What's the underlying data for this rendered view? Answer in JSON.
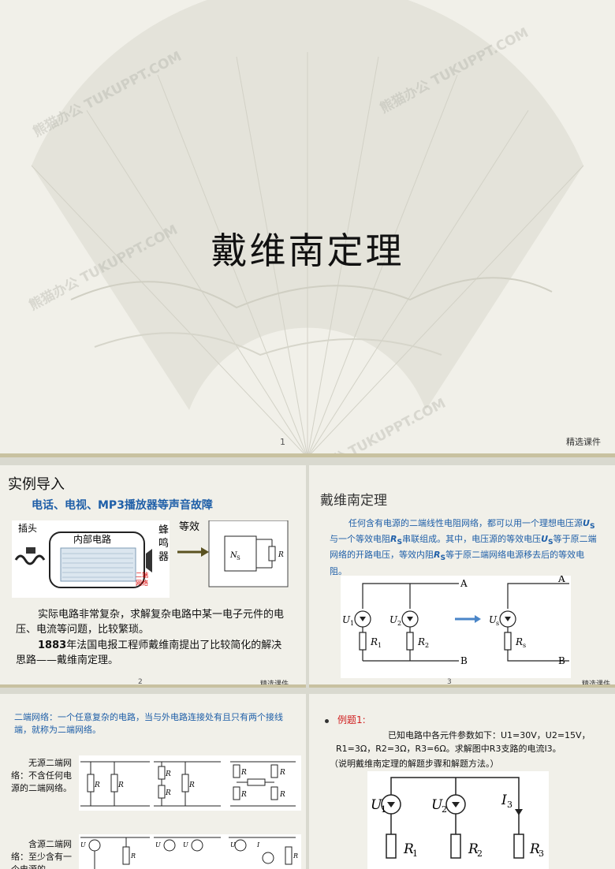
{
  "slide1": {
    "title": "戴维南定理",
    "page": "1",
    "tag": "精选课件",
    "watermarks": [
      "熊猫办公 TUKUPPT.COM",
      "熊猫办公 TUKUPPT.COM",
      "熊猫办公 TUKUPPT.COM",
      "熊猫办公 TUKUPPT.COM"
    ]
  },
  "slide2": {
    "title": "实例导入",
    "subtitle": "电话、电视、MP3播放器等声音故障",
    "labels": {
      "plug": "插头",
      "circuit": "内部电路",
      "buzzer": [
        "蜂",
        "鸣",
        "器"
      ],
      "two_port": [
        "二端",
        "网络"
      ],
      "equiv": "等效",
      "ns": "N",
      "ns_sub": "S",
      "r": "R"
    },
    "para1": "实际电路非常复杂，求解复杂电路中某一电子元件的电压、电流等问题，比较繁琐。",
    "para2_year": "1883",
    "para2": "年法国电报工程师戴维南提出了比较简化的解决思路——戴维南定理。",
    "page": "2",
    "tag": "精选课件"
  },
  "slide3": {
    "title": "戴维南定理",
    "body_1": "任何含有电源的二端线性电阻网络，都可以用一个理想电压源",
    "us": "U",
    "us_sub": "S",
    "body_2": "与一个等效电阻",
    "rs": "R",
    "rs_sub": "S",
    "body_3": "串联组成。其中，电压源的等效电压",
    "body_4": "等于原二端网络的开路电压，等效内阻",
    "body_5": "等于原二端网络电源移去后的等效电阻。",
    "circuit": {
      "u1": "U",
      "u1s": "1",
      "u2": "U",
      "u2s": "2",
      "r1": "R",
      "r1s": "1",
      "r2": "R",
      "r2s": "2",
      "a": "A",
      "b": "B",
      "us": "U",
      "uss": "s",
      "rs": "R",
      "rss": "s"
    },
    "page": "3",
    "tag": "精选课件"
  },
  "slide4": {
    "def": "二端网络：一个任意复杂的电路，当与外电路连接处有且只有两个接线端，就称为二端网络。",
    "passive": "无源二端网络：不含任何电源的二端网络。",
    "active": "含源二端网络：至少含有一个电源的",
    "labels": {
      "r1": "R",
      "r2": "R",
      "r3": "R",
      "r4": "R",
      "r5": "R",
      "u1": "U",
      "u2": "U",
      "i1": "I"
    }
  },
  "slide5": {
    "example": "例题1:",
    "line1": "已知电路中各元件参数如下：",
    "vals": "U1=30V，U2=15V，R1=3Ω，R2=3Ω，R3=6Ω。",
    "line2": "求解图中R3支路的电流I3。",
    "note": "（说明戴维南定理的解题步骤和解题方法。）",
    "circuit": {
      "u1": "U",
      "u1s": "1",
      "u2": "U",
      "u2s": "2",
      "i3": "I",
      "i3s": "3",
      "r1": "R",
      "r1s": "1",
      "r2": "R",
      "r2s": "2",
      "r3": "R",
      "r3s": "3"
    }
  }
}
